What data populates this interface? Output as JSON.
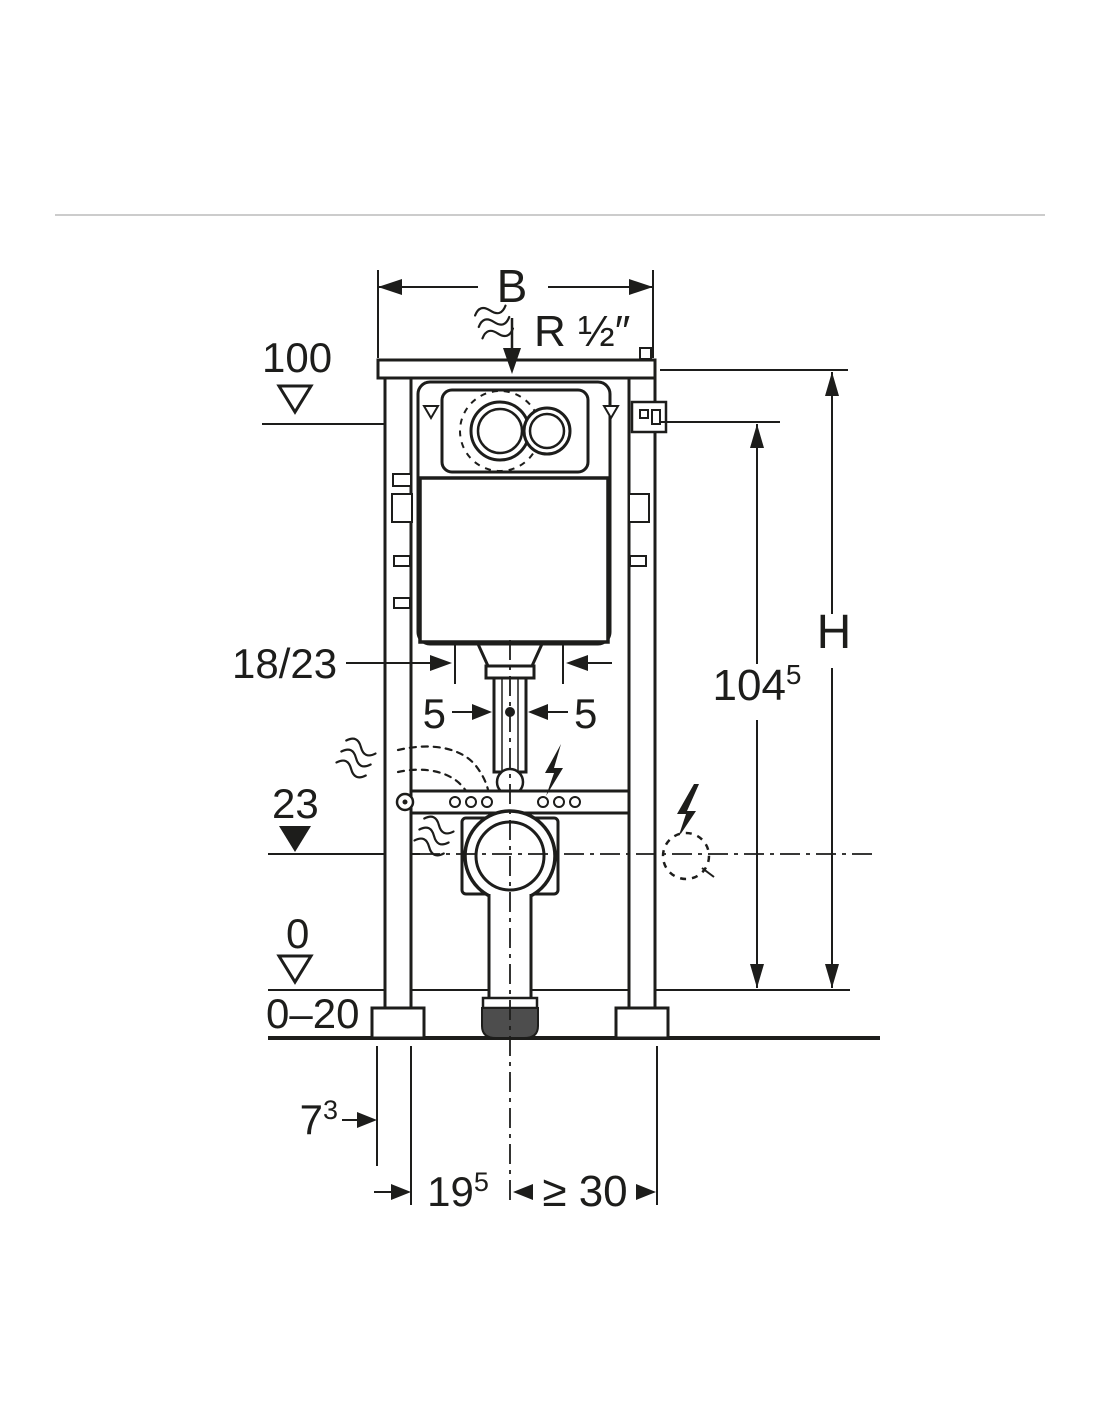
{
  "colors": {
    "ink": "#1d1d1b",
    "background": "#ffffff",
    "divider": "#cccccc",
    "fitting": "#4d4d4d"
  },
  "labels": {
    "width": "B",
    "supply": "R ½″",
    "level_100": "100",
    "height": "H",
    "height_1045": {
      "base": "104",
      "sup": "5"
    },
    "bend": "18/23",
    "offset_left": "5",
    "offset_right": "5",
    "level_23": "23",
    "level_0": "0",
    "floor_range": "0–20",
    "depth_73": {
      "base": "7",
      "sup": "3"
    },
    "outlet_195": {
      "base": "19",
      "sup": "5"
    },
    "clearance": "≥ 30"
  },
  "icons": {
    "water_flow": "≋",
    "electrical": "⚡",
    "level_open": "▽",
    "level_filled": "▼"
  }
}
